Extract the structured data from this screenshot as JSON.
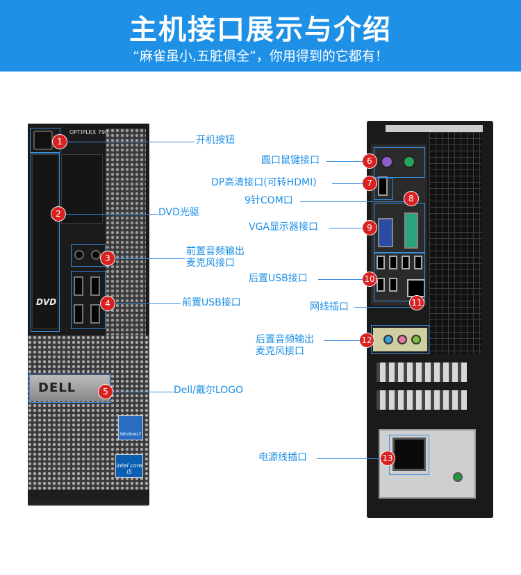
{
  "header": {
    "title": "主机接口展示与介绍",
    "subtitle": "“麻雀虽小,五脏俱全”，你用得到的它都有！"
  },
  "front": {
    "model_text": "OPTIPLEX 790",
    "dvd_logo": "DVD",
    "brand_logo": "DELL",
    "windows_badge": "Windows7",
    "intel_badge": "intel core i5",
    "callouts": [
      {
        "num": "1",
        "label": "开机按钮"
      },
      {
        "num": "2",
        "label": "DVD光驱"
      },
      {
        "num": "3",
        "label_line1": "前置音频输出",
        "label_line2": "麦克风接口"
      },
      {
        "num": "4",
        "label": "前置USB接口"
      },
      {
        "num": "5",
        "label": "Dell/戴尔LOGO"
      }
    ]
  },
  "back": {
    "callouts": [
      {
        "num": "6",
        "label": "圆口鼠键接口"
      },
      {
        "num": "7",
        "label": "DP高清接口(可转HDMI)"
      },
      {
        "num": "8",
        "label": "9针COM口"
      },
      {
        "num": "9",
        "label": "VGA显示器接口"
      },
      {
        "num": "10",
        "label": "后置USB接口"
      },
      {
        "num": "11",
        "label": "网线插口"
      },
      {
        "num": "12",
        "label_line1": "后置音频输出",
        "label_line2": "麦克风接口"
      },
      {
        "num": "13",
        "label": "电源线插口"
      }
    ]
  },
  "colors": {
    "banner": "#1e90e6",
    "accent_text": "#1c8fe6",
    "marker": "#d82222"
  }
}
